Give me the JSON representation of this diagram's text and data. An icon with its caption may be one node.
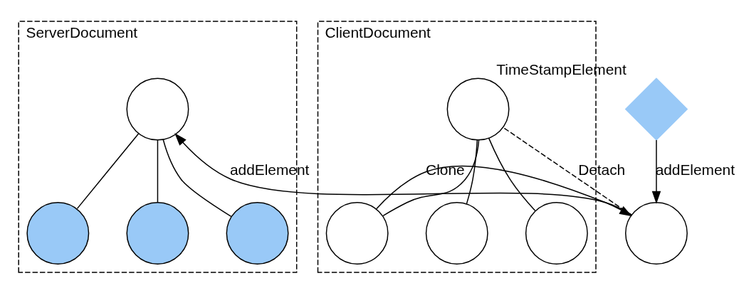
{
  "diagram": {
    "nodes": [
      {
        "text": [
          "ServerDocument"
        ]
      },
      {
        "text": [],
        "shape": "circle",
        "in": 0
      },
      {
        "text": [],
        "shape": "circle",
        "in": 0
      },
      {
        "text": [],
        "shape": "circle",
        "in": 0
      },
      {
        "text": [],
        "shape": "circle",
        "in": 0
      },
      {
        "text": [
          "ClientDocument"
        ]
      },
      {
        "text": [],
        "shape": "circle",
        "in": 5
      },
      {
        "text": [],
        "shape": "circle",
        "in": 5
      },
      {
        "text": [],
        "shape": "circle",
        "in": 5
      },
      {
        "text": [],
        "shape": "circle",
        "in": 5
      },
      {
        "text": [],
        "shape": "circle"
      },
      {
        "text": [],
        "shape": "diamond",
        "beside": [
          "TimeStampElement"
        ]
      }
    ],
    "edges": [
      {
        "from": 1,
        "to": 2,
        "arrow": "none"
      },
      {
        "from": 1,
        "to": 3,
        "arrow": "none"
      },
      {
        "from": 1,
        "to": 4,
        "arrow": "none"
      },
      {
        "from": 6,
        "to": 7,
        "arrow": "none"
      },
      {
        "from": 6,
        "to": 8,
        "arrow": "none"
      },
      {
        "from": 6,
        "to": 9,
        "arrow": "none"
      },
      {
        "from": 10,
        "to": 1,
        "arrow": "to",
        "label": "addElement"
      },
      {
        "from": 10,
        "to": 6,
        "arrow": "none",
        "label": "Detach",
        "style": "dashed"
      },
      {
        "from": 7,
        "to": 10,
        "arrow": "to",
        "label": "Clone"
      },
      {
        "from": 11,
        "to": 10,
        "arrow": "to",
        "label": "addElement"
      }
    ]
  }
}
